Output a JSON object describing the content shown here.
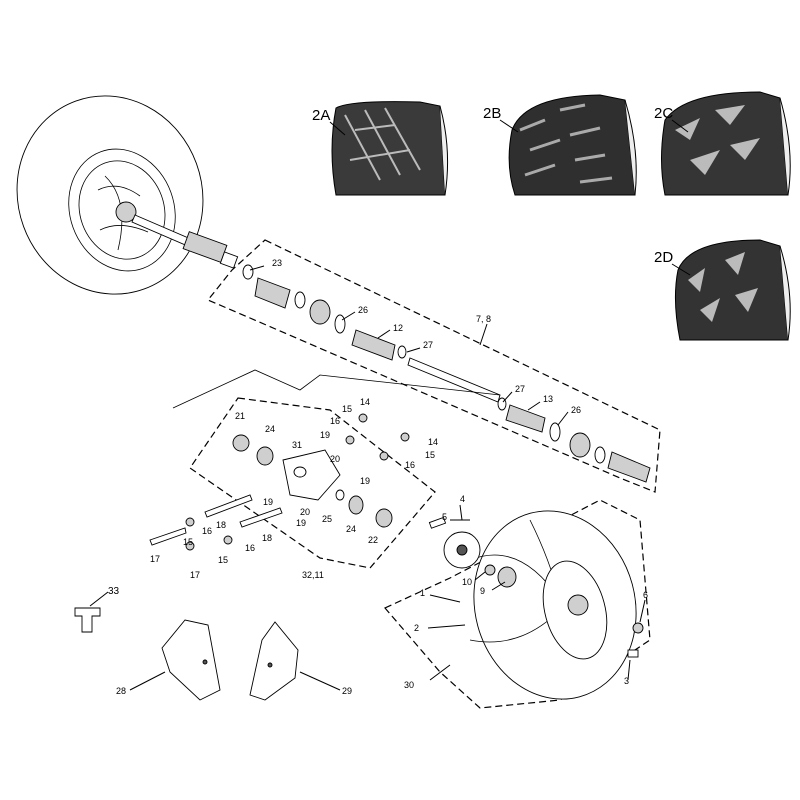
{
  "tire_variants": [
    {
      "label": "2A",
      "pattern": "street"
    },
    {
      "label": "2B",
      "pattern": "block"
    },
    {
      "label": "2C",
      "pattern": "claw"
    },
    {
      "label": "2D",
      "pattern": "arrow"
    }
  ],
  "part_labels": {
    "p1": "1",
    "p2": "2",
    "p3": "3",
    "p4": "4",
    "p5": "5",
    "p6": "6",
    "p7_8": "7, 8",
    "p9": "9",
    "p10": "10",
    "p12": "12",
    "p13": "13",
    "p14a": "14",
    "p14b": "14",
    "p15a": "15",
    "p15b": "15",
    "p15c": "15",
    "p15d": "15",
    "p16a": "16",
    "p16b": "16",
    "p16c": "16",
    "p16d": "16",
    "p17a": "17",
    "p17b": "17",
    "p18a": "18",
    "p18b": "18",
    "p19a": "19",
    "p19b": "19",
    "p19c": "19",
    "p19d": "19",
    "p20a": "20",
    "p20b": "20",
    "p21": "21",
    "p22": "22",
    "p23": "23",
    "p24a": "24",
    "p24b": "24",
    "p25": "25",
    "p26a": "26",
    "p26b": "26",
    "p27a": "27",
    "p27b": "27",
    "p28": "28",
    "p29": "29",
    "p30": "30",
    "p31": "31",
    "p32_11": "32,11",
    "p33": "33"
  }
}
